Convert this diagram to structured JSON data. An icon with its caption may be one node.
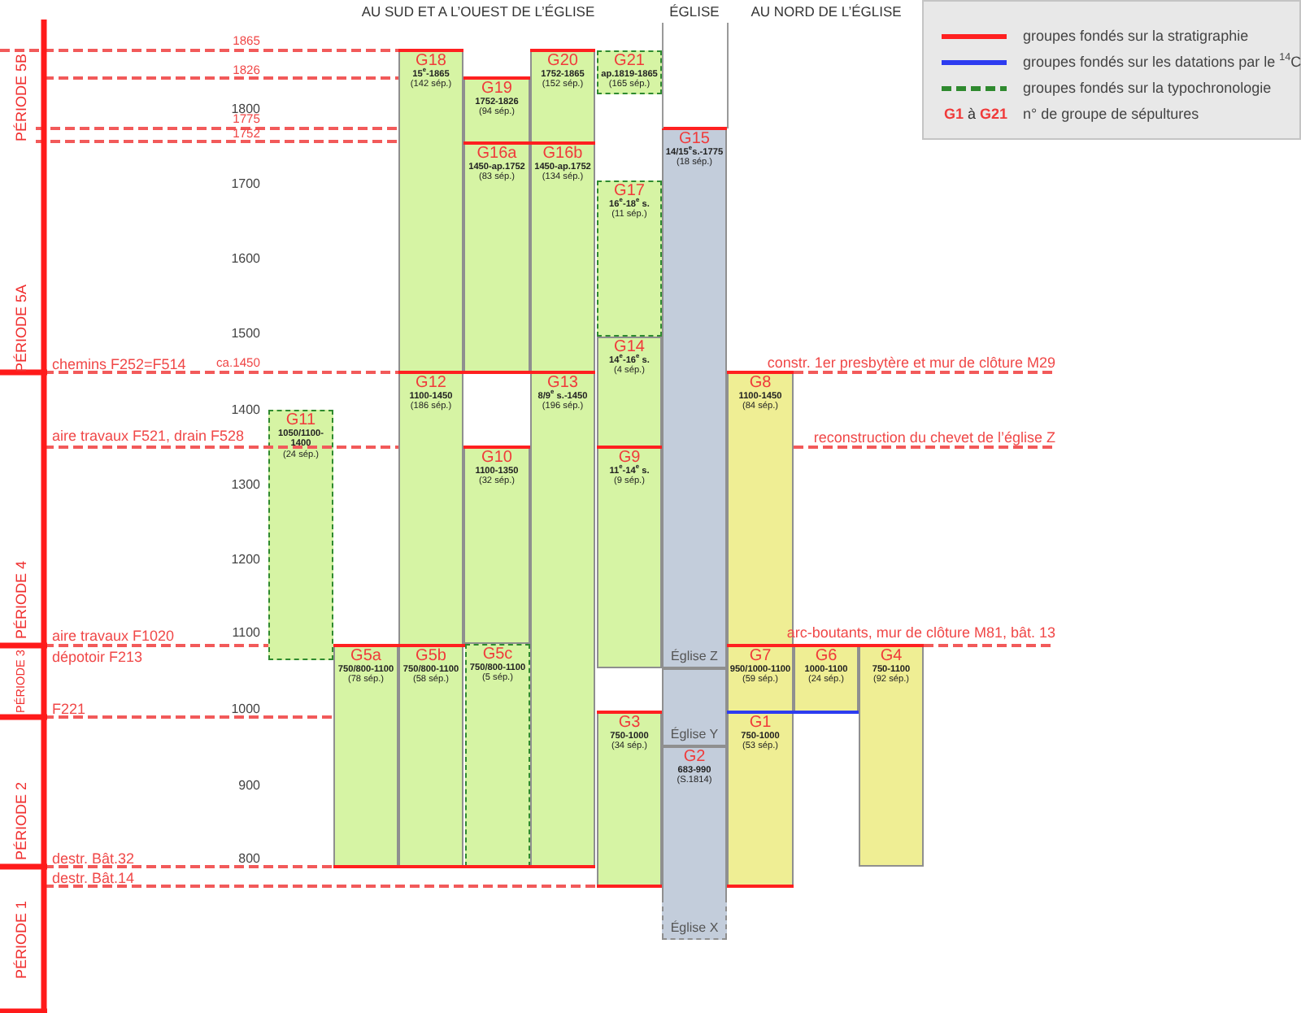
{
  "diagram": {
    "nodes": [
      {
        "text": [
          "G18",
          "15$^{e}$-1865",
          "(142 sép.)"
        ]
      },
      {
        "text": [
          "G20",
          "1752-1865",
          "(152 sép.)"
        ]
      },
      {
        "text": [
          "G21",
          "ap.1819-1865",
          "(165 sép.)"
        ]
      },
      {
        "text": [
          "G19",
          "1752-1826",
          "(94 sép.)"
        ]
      },
      {
        "text": [
          "G15",
          "14/15$^{e}$s.-1775",
          "(18 sép.)",
          "Église Z"
        ]
      },
      {
        "text": [
          "G16a",
          "1450-ap.1752",
          "(83 sép.)"
        ]
      },
      {
        "text": [
          "G16b",
          "1450-ap.1752",
          "(134 sép.)"
        ]
      },
      {
        "text": [
          "G17",
          "16$^{e}$-18$^{e}$ s.",
          "(11 sép.)"
        ]
      },
      {
        "text": [
          "G14",
          "14$^{e}$-16$^{e}$ s.",
          "(4 sép.)"
        ]
      },
      {
        "text": [
          "G12",
          "1100-1450",
          "(186 sép.)"
        ]
      },
      {
        "text": [
          "G13",
          "8/9$^{e}$ s.-1450",
          "(196 sép.)"
        ]
      },
      {
        "text": [
          "G8",
          "1100-1450",
          "(84 sép.)"
        ]
      },
      {
        "text": [
          "G11",
          "1050/1100-1400",
          "(24 sép.)"
        ]
      },
      {
        "text": [
          "G10",
          "1100-1350",
          "(32 sép.)"
        ]
      },
      {
        "text": [
          "G9",
          "11$^{e}$-14$^{e}$ s.",
          "(9 sép.)"
        ]
      },
      {
        "text": [
          "G5a",
          "750/800-1100",
          "(78 sép.)"
        ]
      },
      {
        "text": [
          "G5b",
          "750/800-1100",
          "(58 sép.)"
        ]
      },
      {
        "text": [
          "G5c",
          "750/800-1100",
          "(5 sép.)"
        ]
      },
      {
        "text": [
          "G7",
          "950/1000-1100",
          "(59 sép.)"
        ]
      },
      {
        "text": [
          "G6",
          "1000-1100",
          "(24 sép.)"
        ]
      },
      {
        "text": [
          "G4",
          "750-1100",
          "(92 sép.)"
        ]
      },
      {
        "text": [
          "Église Y"
        ]
      },
      {
        "text": [
          "G3",
          "750-1000",
          "(34 sép.)"
        ]
      },
      {
        "text": [
          "G1",
          "750-1000",
          "(53 sép.)"
        ]
      },
      {
        "text": [
          "G2",
          "683-990",
          "(S.1814)",
          "Église X"
        ]
      }
    ],
    "labels": [
      "AU SUD ET A L’OUEST DE L’ÉGLISE",
      "ÉGLISE",
      "AU NORD DE L’ÉGLISE",
      "**G1** à **G21**",
      "1865",
      "PÉRIODE 5B",
      "1826",
      "1800",
      "1775",
      "1752",
      "1700",
      "1600",
      "PÉRIODE 5A",
      "1500",
      "chemins F252=F514",
      "ca.1450",
      "constr. 1er presbytère et mur de clôture M29",
      "1400",
      "aire travaux F521, drain F528",
      "reconstruction du chevet de l’église Z",
      "1300",
      "1200",
      "PÉRIODE 4",
      "aire travaux F1020",
      "1100",
      "arc-boutants, mur de clôture M81, bât. 13",
      "PÉRIODE 3",
      "dépotoir F213",
      "F221",
      "1000",
      "900",
      "PÉRIODE 2",
      "destr. Bât.32",
      "800",
      "destr. Bât.14",
      "PÉRIODE 1"
    ],
    "legend": [
      {
        "text": "groupes fondés sur la stratigraphie"
      },
      {
        "text": "groupes fondés sur les datations par le $^{14}$C"
      },
      {
        "text": "groupes fondés sur la typochronologie"
      },
      {
        "text": "n° de groupe de sépultures"
      }
    ]
  }
}
